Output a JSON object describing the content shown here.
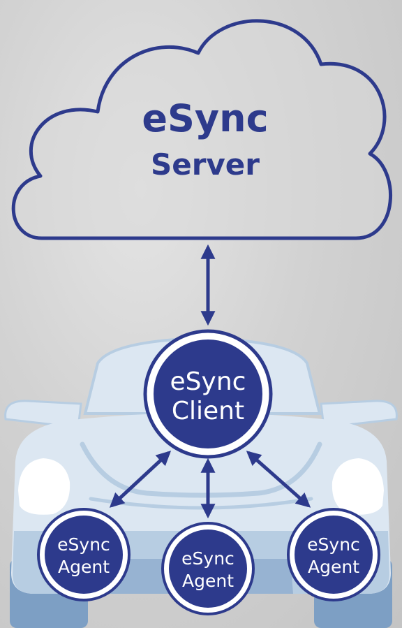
{
  "server": {
    "line1": "eSync",
    "line2": "Server"
  },
  "client": {
    "line1": "eSync",
    "line2": "Client"
  },
  "agents": [
    {
      "line1": "eSync",
      "line2": "Agent"
    },
    {
      "line1": "eSync",
      "line2": "Agent"
    },
    {
      "line1": "eSync",
      "line2": "Agent"
    }
  ],
  "colors": {
    "primary": "#2d3a8c",
    "car_body": "#dce7f2",
    "car_shadow": "#b7cde2",
    "car_dark": "#7d9fc4",
    "headlight": "#ffffff",
    "cloud_fill": "#d9d9d9"
  }
}
